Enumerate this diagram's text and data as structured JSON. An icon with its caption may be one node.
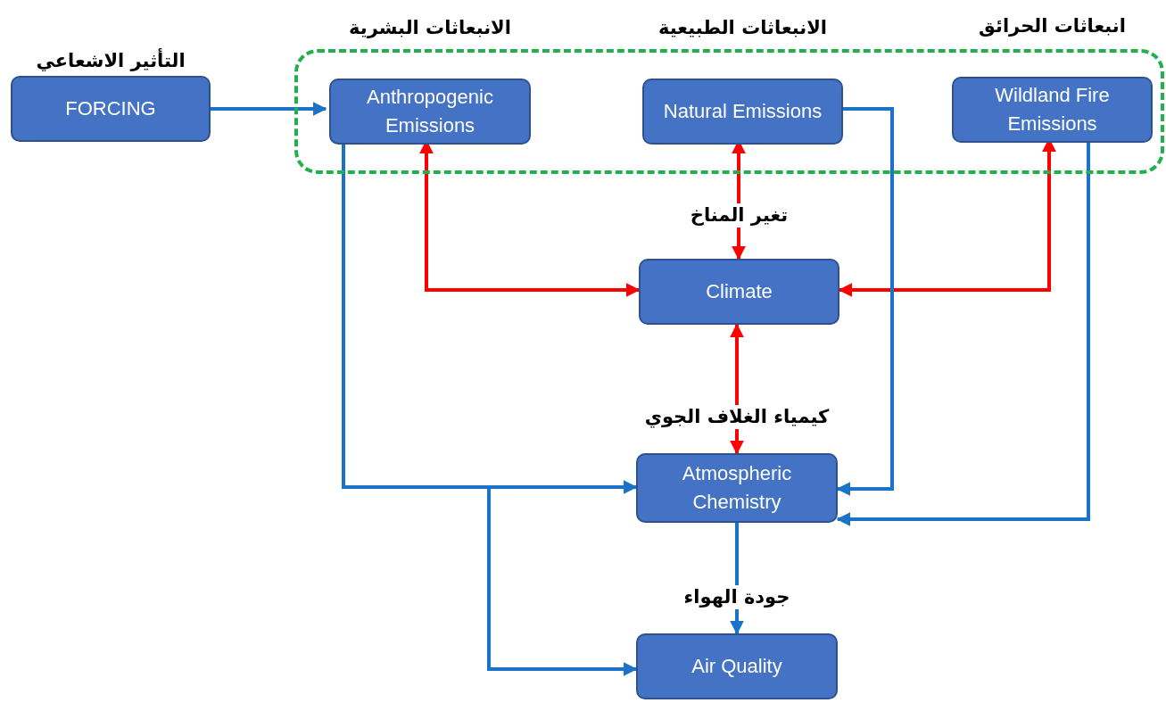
{
  "diagram": {
    "nodes": [
      {
        "text": [
          "التأثير الاشعاعي",
          "FORCING"
        ]
      },
      {
        "text": [],
        "shape": "box"
      },
      {
        "text": [
          "الانبعاثات البشرية",
          "Anthropogenic Emissions"
        ],
        "in": 1
      },
      {
        "text": [
          "الانبعاثات الطبيعية",
          "Natural Emissions"
        ],
        "in": 1
      },
      {
        "text": [
          "انبعاثات الحرائق",
          "Wildland Fire Emissions"
        ],
        "in": 1
      },
      {
        "text": [
          "تغير المناخ",
          "Climate"
        ]
      },
      {
        "text": [
          "كيمياء الغلاف الجوي",
          "Atmospheric Chemistry"
        ]
      },
      {
        "text": [
          "جودة الهواء",
          "Air Quality"
        ]
      }
    ],
    "edges": [
      {
        "from": 0,
        "to": 2,
        "arrow": "to"
      },
      {
        "from": 2,
        "to": 5,
        "arrow": "both",
        "color": "#ff0000"
      },
      {
        "from": 3,
        "to": 5,
        "arrow": "both",
        "color": "#ff0000"
      },
      {
        "from": 4,
        "to": 5,
        "arrow": "both",
        "color": "#ff0000"
      },
      {
        "from": 5,
        "to": 6,
        "arrow": "both",
        "color": "#ff0000"
      },
      {
        "from": 2,
        "to": 6,
        "arrow": "to"
      },
      {
        "from": 2,
        "to": 7,
        "arrow": "to"
      },
      {
        "from": 3,
        "to": 6,
        "arrow": "to"
      },
      {
        "from": 4,
        "to": 6,
        "arrow": "to"
      },
      {
        "from": 6,
        "to": 7,
        "arrow": "to"
      }
    ]
  }
}
